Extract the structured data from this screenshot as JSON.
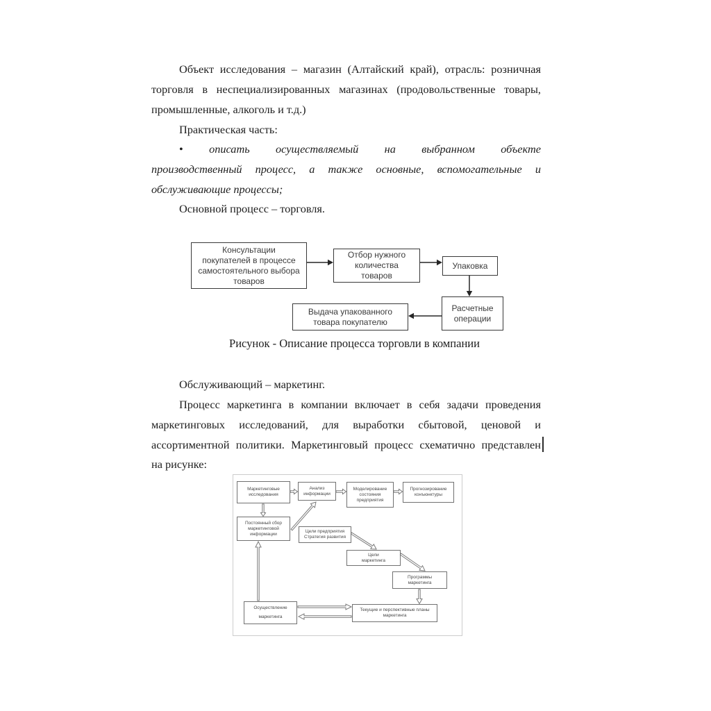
{
  "doc": {
    "bullet": "•",
    "lines": [
      "Объект исследования – магазин (Алтайский край), отрасль: розничная",
      "торговля в неспециализированных магазинах (продовольственные товары,",
      "промышленные, алкоголь и т.д.)",
      "Практическая часть:",
      "описать осуществляемый на выбранном объекте",
      "производственный процесс, а также основные, вспомогательные и",
      "обслуживающие процессы;",
      "Основной процесс – торговля.",
      "Обслуживающий – маркетинг.",
      "Процесс маркетинга в компании включает в себя задачи проведения",
      "маркетинговых исследований, для выработки сбытовой, ценовой и",
      "ассортиментной политики. Маркетинговый процесс схематично представлен",
      "на рисунке:"
    ]
  },
  "figure1": {
    "caption": "Рисунок - Описание процесса торговли в компании",
    "consult": [
      "Консультации",
      "покупателей в процессе",
      "самостоятельного выбора",
      "товаров"
    ],
    "select": [
      "Отбор нужного",
      "количества",
      "товаров"
    ],
    "pack": [
      "Упаковка"
    ],
    "checkout": [
      "Расчетные",
      "операции"
    ],
    "handover": [
      "Выдача упакованного",
      "товара покупателю"
    ]
  },
  "figure2": {
    "research": [
      "Маркетинговые",
      "исследования"
    ],
    "analysis": [
      "Анализ",
      "информации"
    ],
    "modeling": [
      "Моделирование",
      "состояния",
      "предприятия"
    ],
    "forecast": [
      "Прогнозирование",
      "конъюнктуры"
    ],
    "collection": [
      "Постоянный сбор",
      "маркетинговой",
      "информации"
    ],
    "goals_enterprise": [
      "Цели предприятия",
      "Стратегия развития"
    ],
    "goals_marketing": [
      "Цели",
      "маркетинга"
    ],
    "programs": [
      "Программы",
      "маркетинга"
    ],
    "plans": [
      "Текущие и перспективные планы",
      "маркетинга"
    ],
    "implementation": [
      "Осуществление",
      "маркетинга"
    ]
  },
  "colors": {
    "text": "#1d1d1d",
    "figure1_border": "#383838",
    "figure2_border": "#707070",
    "figure2_frame": "#cccccc"
  }
}
